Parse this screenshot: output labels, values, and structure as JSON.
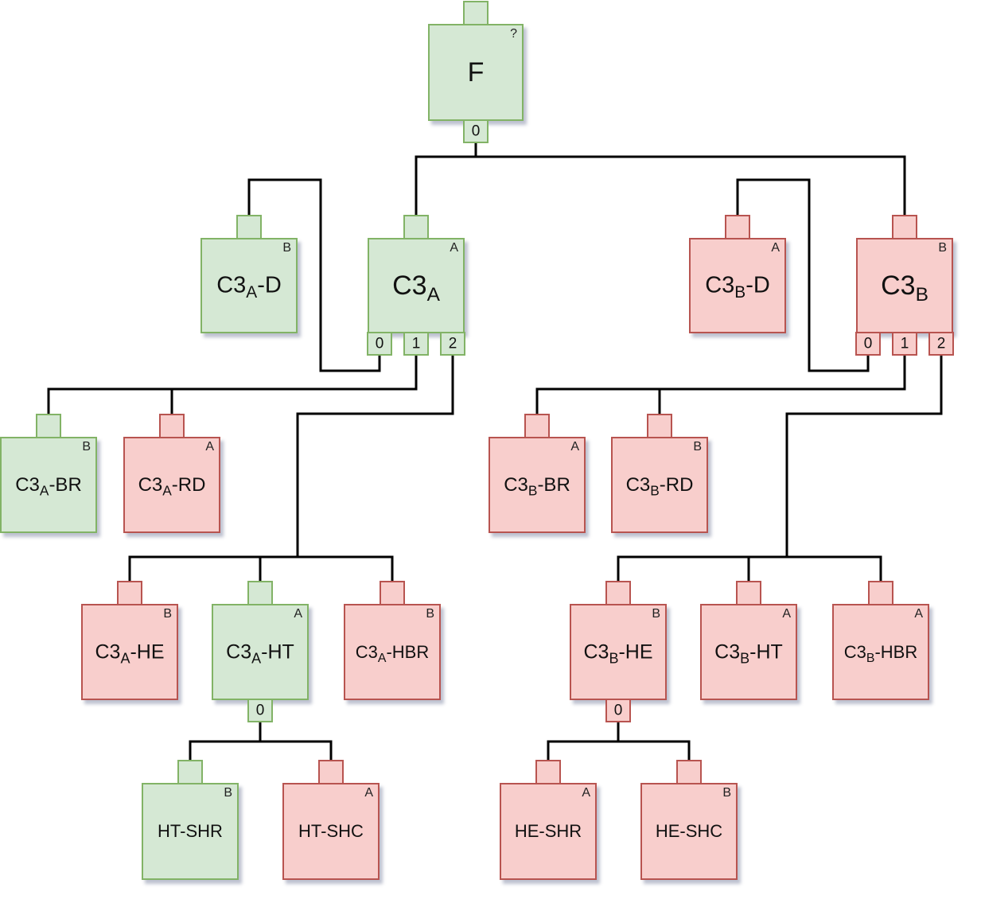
{
  "diagram": {
    "nodes": [
      {
        "id": "F",
        "main": "F",
        "sub": "",
        "suffix": "",
        "badge": "?",
        "fill": "green",
        "input": true,
        "outputs": [
          "0"
        ]
      },
      {
        "id": "C3A-D",
        "main": "C3",
        "sub": "A",
        "suffix": "-D",
        "badge": "B",
        "fill": "green",
        "input": true,
        "outputs": []
      },
      {
        "id": "C3A",
        "main": "C3",
        "sub": "A",
        "suffix": "",
        "badge": "A",
        "fill": "green",
        "input": true,
        "outputs": [
          "0",
          "1",
          "2"
        ]
      },
      {
        "id": "C3B-D",
        "main": "C3",
        "sub": "B",
        "suffix": "-D",
        "badge": "A",
        "fill": "red",
        "input": true,
        "outputs": []
      },
      {
        "id": "C3B",
        "main": "C3",
        "sub": "B",
        "suffix": "",
        "badge": "B",
        "fill": "red",
        "input": true,
        "outputs": [
          "0",
          "1",
          "2"
        ]
      },
      {
        "id": "C3A-BR",
        "main": "C3",
        "sub": "A",
        "suffix": "-BR",
        "badge": "B",
        "fill": "green",
        "input": true,
        "outputs": []
      },
      {
        "id": "C3A-RD",
        "main": "C3",
        "sub": "A",
        "suffix": "-RD",
        "badge": "A",
        "fill": "red",
        "input": true,
        "outputs": []
      },
      {
        "id": "C3B-BR",
        "main": "C3",
        "sub": "B",
        "suffix": "-BR",
        "badge": "A",
        "fill": "red",
        "input": true,
        "outputs": []
      },
      {
        "id": "C3B-RD",
        "main": "C3",
        "sub": "B",
        "suffix": "-RD",
        "badge": "B",
        "fill": "red",
        "input": true,
        "outputs": []
      },
      {
        "id": "C3A-HE",
        "main": "C3",
        "sub": "A",
        "suffix": "-HE",
        "badge": "B",
        "fill": "red",
        "input": true,
        "outputs": []
      },
      {
        "id": "C3A-HT",
        "main": "C3",
        "sub": "A",
        "suffix": "-HT",
        "badge": "A",
        "fill": "green",
        "input": true,
        "outputs": [
          "0"
        ]
      },
      {
        "id": "C3A-HBR",
        "main": "C3",
        "sub": "A",
        "suffix": "-HBR",
        "badge": "B",
        "fill": "red",
        "input": true,
        "outputs": []
      },
      {
        "id": "C3B-HE",
        "main": "C3",
        "sub": "B",
        "suffix": "-HE",
        "badge": "B",
        "fill": "red",
        "input": true,
        "outputs": [
          "0"
        ]
      },
      {
        "id": "C3B-HT",
        "main": "C3",
        "sub": "B",
        "suffix": "-HT",
        "badge": "A",
        "fill": "red",
        "input": true,
        "outputs": []
      },
      {
        "id": "C3B-HBR",
        "main": "C3",
        "sub": "B",
        "suffix": "-HBR",
        "badge": "A",
        "fill": "red",
        "input": true,
        "outputs": []
      },
      {
        "id": "HT-SHR",
        "main": "HT-SHR",
        "sub": "",
        "suffix": "",
        "badge": "B",
        "fill": "green",
        "input": true,
        "outputs": []
      },
      {
        "id": "HT-SHC",
        "main": "HT-SHC",
        "sub": "",
        "suffix": "",
        "badge": "A",
        "fill": "red",
        "input": true,
        "outputs": []
      },
      {
        "id": "HE-SHR",
        "main": "HE-SHR",
        "sub": "",
        "suffix": "",
        "badge": "A",
        "fill": "red",
        "input": true,
        "outputs": []
      },
      {
        "id": "HE-SHC",
        "main": "HE-SHC",
        "sub": "",
        "suffix": "",
        "badge": "B",
        "fill": "red",
        "input": true,
        "outputs": []
      }
    ],
    "edges": [
      {
        "from": "F",
        "port": "0",
        "to": "C3A"
      },
      {
        "from": "F",
        "port": "0",
        "to": "C3B"
      },
      {
        "from": "C3A",
        "port": "0",
        "to": "C3A-D"
      },
      {
        "from": "C3A",
        "port": "1",
        "to": "C3A-BR"
      },
      {
        "from": "C3A",
        "port": "1",
        "to": "C3A-RD"
      },
      {
        "from": "C3A",
        "port": "2",
        "to": "C3A-HE"
      },
      {
        "from": "C3A",
        "port": "2",
        "to": "C3A-HT"
      },
      {
        "from": "C3A",
        "port": "2",
        "to": "C3A-HBR"
      },
      {
        "from": "C3A-HT",
        "port": "0",
        "to": "HT-SHR"
      },
      {
        "from": "C3A-HT",
        "port": "0",
        "to": "HT-SHC"
      },
      {
        "from": "C3B",
        "port": "0",
        "to": "C3B-D"
      },
      {
        "from": "C3B",
        "port": "1",
        "to": "C3B-BR"
      },
      {
        "from": "C3B",
        "port": "1",
        "to": "C3B-RD"
      },
      {
        "from": "C3B",
        "port": "2",
        "to": "C3B-HE"
      },
      {
        "from": "C3B",
        "port": "2",
        "to": "C3B-HT"
      },
      {
        "from": "C3B",
        "port": "2",
        "to": "C3B-HBR"
      },
      {
        "from": "C3B-HE",
        "port": "0",
        "to": "HE-SHR"
      },
      {
        "from": "C3B-HE",
        "port": "0",
        "to": "HE-SHC"
      }
    ],
    "colors": {
      "green_fill": "#d5e8d4",
      "green_stroke": "#82b366",
      "red_fill": "#f8cecc",
      "red_stroke": "#b85450",
      "wire": "#000000"
    }
  }
}
